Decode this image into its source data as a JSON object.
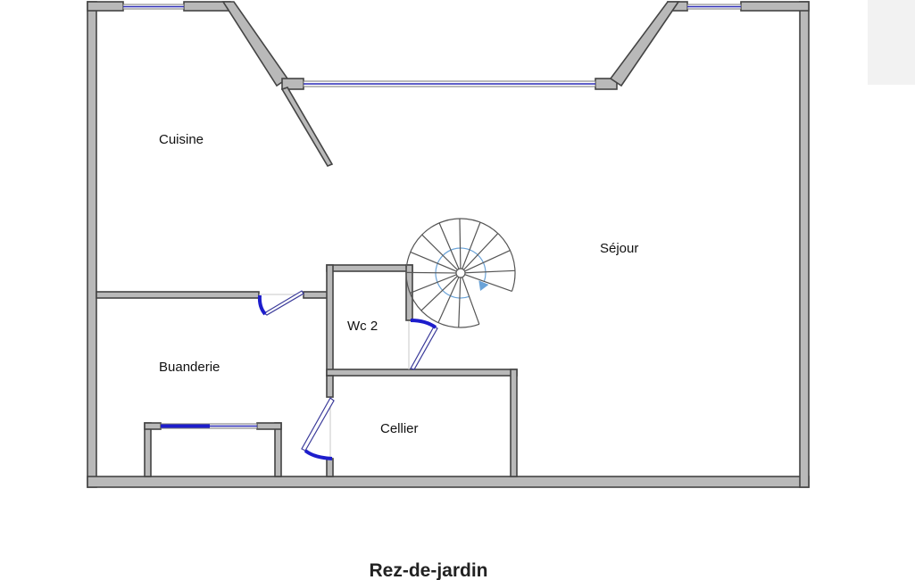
{
  "plan": {
    "title": "Rez-de-jardin",
    "rooms": {
      "cuisine": "Cuisine",
      "sejour": "Séjour",
      "wc": "Wc 2",
      "buanderie": "Buanderie",
      "cellier": "Cellier"
    }
  },
  "colors": {
    "wall_fill": "#b9b9b9",
    "wall_outline": "#444444",
    "door_swing": "#1d1dcc",
    "window_glass": "#2a2ab5",
    "stair_inner": "#6aa3d8"
  }
}
